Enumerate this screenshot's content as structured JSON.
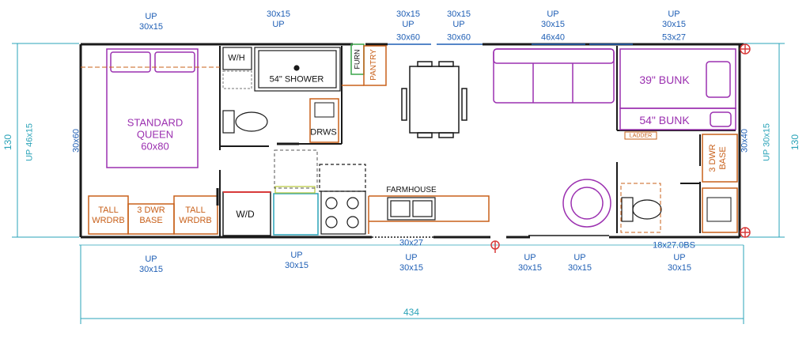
{
  "colors": {
    "wall": "#1a1a1a",
    "dimension": "#2aa3b8",
    "window": "#1f5fb5",
    "furniture": "#9b30b0",
    "cabinet": "#c8601a",
    "appliance": "#333333",
    "accent_red": "#d83a3a",
    "accent_green": "#3aa64a"
  },
  "dimensions": {
    "overall_width": "434",
    "left_height": "130",
    "right_height": "130",
    "left_window": "UP 46x15",
    "right_window": "UP 30x15"
  },
  "windows_top": [
    {
      "line1": "UP",
      "line2": "30x15"
    },
    {
      "line1": "30x15",
      "line2": "UP"
    },
    {
      "line1": "30x15",
      "line2": "UP"
    },
    {
      "line1": "30x15",
      "line2": "UP"
    },
    {
      "line1": "UP",
      "line2": "30x15"
    },
    {
      "line1": "UP",
      "line2": "30x15"
    }
  ],
  "windows_top_sizes": [
    "30x60",
    "30x60",
    "46x40",
    "53x27"
  ],
  "windows_bottom": [
    {
      "line1": "UP",
      "line2": "30x15"
    },
    {
      "line1": "UP",
      "line2": "30x15"
    },
    {
      "line1": "UP",
      "line2": "30x15"
    },
    {
      "line1": "UP",
      "line2": "30x15"
    },
    {
      "line1": "UP",
      "line2": "30x15"
    },
    {
      "line1": "UP",
      "line2": "30x15"
    }
  ],
  "door_labels": {
    "bottom_door": "30x27",
    "bottom_right_door": "18x27.0BS",
    "left_side": "30x60",
    "right_side": "30x40"
  },
  "rooms": {
    "bed_line1": "STANDARD",
    "bed_line2": "QUEEN",
    "bed_line3": "60x80",
    "water_heater": "W/H",
    "shower": "54\" SHOWER",
    "furnace": "FURN",
    "pantry": "PANTRY",
    "drawers": "DRWS",
    "bunk_top": "39\" BUNK",
    "bunk_bottom": "54\" BUNK",
    "ladder": "LADDER",
    "washer_dryer": "W/D",
    "farmhouse": "FARMHOUSE",
    "tall_wardrobe_1_line1": "TALL",
    "tall_wardrobe_1_line2": "WRDRB",
    "base_line1": "3 DWR",
    "base_line2": "BASE",
    "tall_wardrobe_2_line1": "TALL",
    "tall_wardrobe_2_line2": "WRDRB",
    "dwr_base_right_line1": "3 DWR",
    "dwr_base_right_line2": "BASE"
  }
}
